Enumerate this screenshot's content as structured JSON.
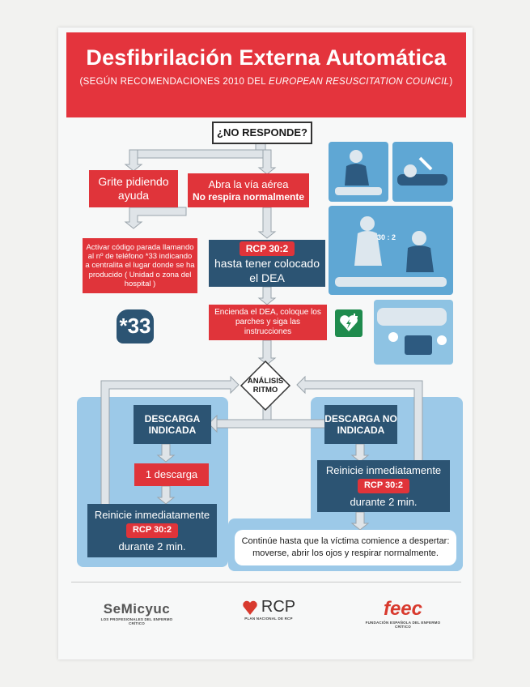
{
  "header": {
    "title": "Desfibrilación Externa Automática",
    "subtitle_prefix": "(SEGÚN RECOMENDACIONES 2010 DEL ",
    "subtitle_italic": "EUROPEAN RESUSCITATION COUNCIL",
    "subtitle_suffix": ")"
  },
  "steps": {
    "no_responde": "¿NO RESPONDE?",
    "grite": "Grite pidiendo ayuda",
    "abra_1": "Abra la vía aérea",
    "abra_2": "No respira normalmente",
    "activar": "Activar código parada llamando al nº de teléfono *33 indicando a centralita el lugar donde se ha producido ( Unidad o zona del hospital )",
    "phone_number": "*33",
    "rcp_pill": "RCP 30:2",
    "rcp_line1": "hasta tener colocado",
    "rcp_line2": "el DEA",
    "encienda": "Encienda el DEA, coloque los parches y siga las instrucciones",
    "analisis": "ANÁLISIS RITMO",
    "descarga_ind": "DESCARGA INDICADA",
    "descarga_no": "DESCARGA NO INDICADA",
    "una_descarga": "1 descarga",
    "reinicie": "Reinicie inmediatamente",
    "durante": "durante 2 min.",
    "continue_1": "Continúe hasta que la víctima comience a despertar:",
    "continue_2": "moverse, abrir los ojos y respirar normalmente."
  },
  "illustration": {
    "ratio_label": "30 : 2"
  },
  "footer": {
    "semicyuc_name": "SeMicyuc",
    "semicyuc_tagline": "LOS PROFESIONALES DEL ENFERMO CRÍTICO",
    "rcp_name": "RCP",
    "rcp_tagline": "PLAN NACIONAL DE RCP",
    "feec_name": "feec",
    "feec_tagline": "FUNDACIÓN ESPAÑOLA DEL ENFERMO CRÍTICO"
  },
  "colors": {
    "red": "#e0343a",
    "navy": "#2c5473",
    "light_blue": "#9cc9e8",
    "arrow": "#dfe4e8"
  }
}
